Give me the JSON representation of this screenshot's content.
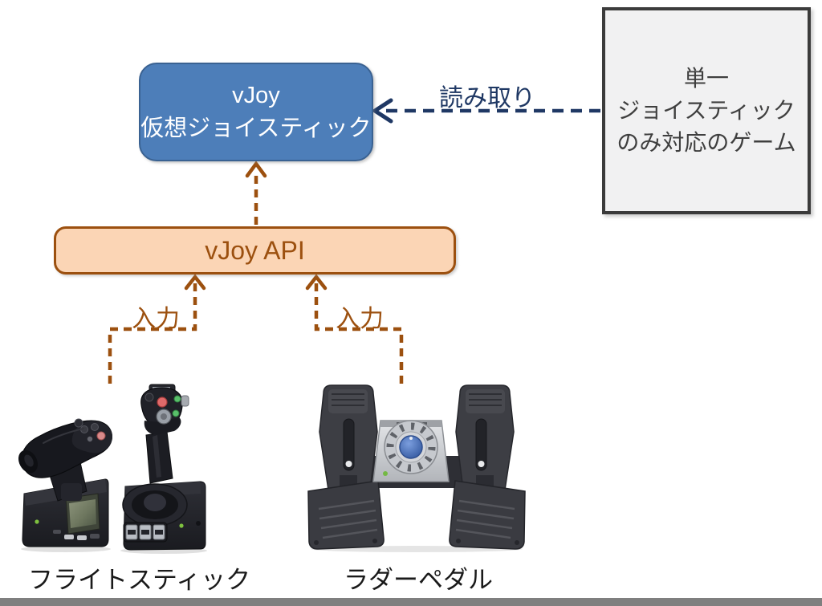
{
  "colors": {
    "navy": "#1F3864",
    "brown": "#9C500F",
    "blue_box_fill": "#4D7EB9",
    "blue_box_border": "#3A6292",
    "blue_box_text": "#FFFFFF",
    "gray_box_fill": "#F1F1F2",
    "gray_box_border": "#3B3B3B",
    "gray_box_text": "#3F3F3F",
    "orange_box_fill": "#FBD5B5",
    "orange_box_border": "#9C500F",
    "orange_box_text": "#9C500F",
    "device_label_text": "#1A1A1A",
    "footer_bar": "#7F7F7F"
  },
  "diagram": {
    "vjoy_box": {
      "line1": "vJoy",
      "line2": "仮想ジョイスティック"
    },
    "game_box": {
      "line1": "単一",
      "line2": "ジョイスティック",
      "line3": "のみ対応のゲーム"
    },
    "api_box": {
      "label": "vJoy API"
    },
    "arrows": {
      "read_label": "読み取り",
      "input_left_label": "入力",
      "input_right_label": "入力"
    },
    "devices": {
      "flight_stick_label": "フライトスティック",
      "rudder_pedal_label": "ラダーペダル"
    }
  }
}
